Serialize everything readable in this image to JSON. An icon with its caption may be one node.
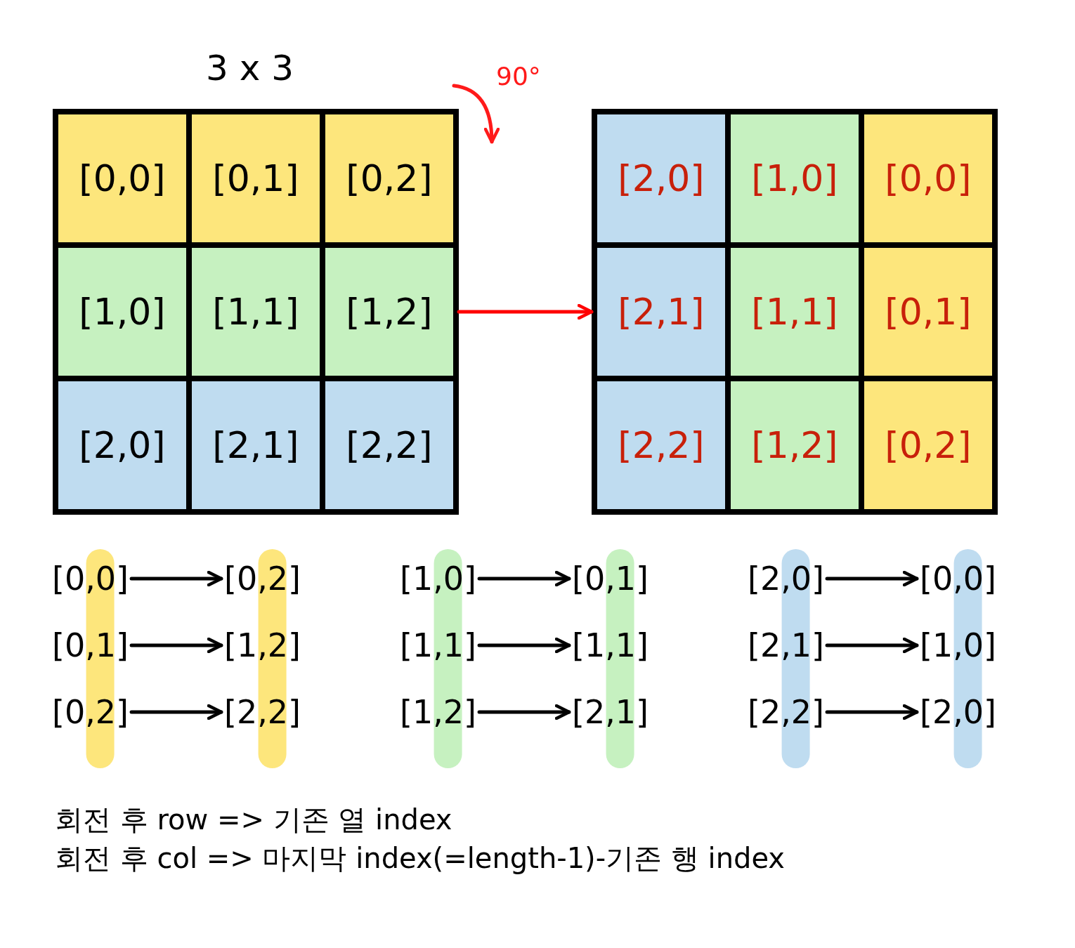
{
  "diagram": {
    "nodes": [
      {
        "text": [],
        "shape": "box"
      },
      {
        "text": [
          "[0,0]"
        ],
        "in": 0
      },
      {
        "text": [
          "[0,1]"
        ],
        "in": 0
      },
      {
        "text": [
          "[0,2]"
        ],
        "in": 0
      },
      {
        "text": [
          "[1,0]"
        ],
        "in": 0
      },
      {
        "text": [
          "[1,1]"
        ],
        "in": 0
      },
      {
        "text": [
          "[1,2]"
        ],
        "in": 0
      },
      {
        "text": [
          "[2,0]"
        ],
        "in": 0
      },
      {
        "text": [
          "[2,1]"
        ],
        "in": 0
      },
      {
        "text": [
          "[2,2]"
        ],
        "in": 0
      },
      {
        "text": [],
        "shape": "box"
      },
      {
        "text": [
          "[2,0]"
        ],
        "in": 10
      },
      {
        "text": [
          "[1,0]"
        ],
        "in": 10
      },
      {
        "text": [
          "[0,0]"
        ],
        "in": 10
      },
      {
        "text": [
          "[2,1]"
        ],
        "in": 10
      },
      {
        "text": [
          "[1,1]"
        ],
        "in": 10
      },
      {
        "text": [
          "[0,1]"
        ],
        "in": 10
      },
      {
        "text": [
          "[2,2]"
        ],
        "in": 10
      },
      {
        "text": [
          "[1,2]"
        ],
        "in": 10
      },
      {
        "text": [
          "[0,2]"
        ],
        "in": 10
      },
      {
        "text": [
          "[0,0]"
        ]
      },
      {
        "text": [
          "[0,2]"
        ]
      },
      {
        "text": [
          "[0,1]"
        ]
      },
      {
        "text": [
          "[1,2]"
        ]
      },
      {
        "text": [
          "[0,2]"
        ]
      },
      {
        "text": [
          "[2,2]"
        ]
      },
      {
        "text": [
          "[1,0]"
        ]
      },
      {
        "text": [
          "[0,1]"
        ]
      },
      {
        "text": [
          "[1,1]"
        ]
      },
      {
        "text": [
          "[1,1]"
        ]
      },
      {
        "text": [
          "[1,2]"
        ]
      },
      {
        "text": [
          "[2,1]"
        ]
      },
      {
        "text": [
          "[2,0]"
        ]
      },
      {
        "text": [
          "[0,0]"
        ]
      },
      {
        "text": [
          "[2,1]"
        ]
      },
      {
        "text": [
          "[1,0]"
        ]
      },
      {
        "text": [
          "[2,2]"
        ]
      },
      {
        "text": [
          "[2,0]"
        ]
      }
    ],
    "edges": [
      {
        "from": 0,
        "to": 10,
        "arrow": "to",
        "color": "#ff0000"
      },
      {
        "from": 20,
        "to": 21,
        "arrow": "to"
      },
      {
        "from": 22,
        "to": 23,
        "arrow": "to"
      },
      {
        "from": 24,
        "to": 25,
        "arrow": "to"
      },
      {
        "from": 26,
        "to": 27,
        "arrow": "to"
      },
      {
        "from": 28,
        "to": 29,
        "arrow": "to"
      },
      {
        "from": 30,
        "to": 31,
        "arrow": "to"
      },
      {
        "from": 32,
        "to": 33,
        "arrow": "to"
      },
      {
        "from": 34,
        "to": 35,
        "arrow": "to"
      },
      {
        "from": 36,
        "to": 37,
        "arrow": "to"
      }
    ],
    "labels": [
      "3 x 3",
      "90°",
      "회전 후 row => 기존 열 index",
      "회전 후 col => 마지막 index(=length-1)-기존 행 index"
    ]
  }
}
